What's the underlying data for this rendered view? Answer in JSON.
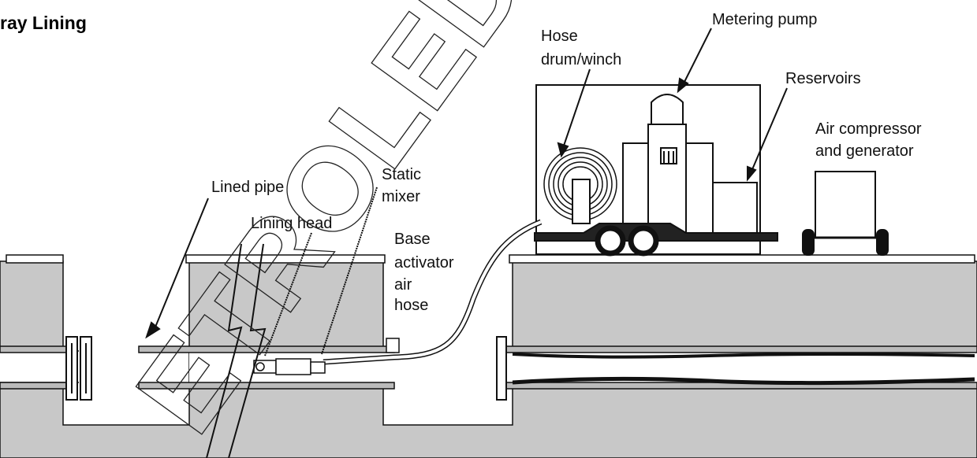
{
  "title": "ray Lining",
  "labels": {
    "metering_pump": "Metering pump",
    "hose_drum_1": "Hose",
    "hose_drum_2": "drum/winch",
    "reservoirs": "Reservoirs",
    "air_compressor_1": "Air compressor",
    "air_compressor_2": "and generator",
    "lined_pipe": "Lined pipe",
    "static_mixer_1": "Static",
    "static_mixer_2": "mixer",
    "lining_head": "Lining head",
    "base_1": "Base",
    "base_2": "activator",
    "base_3": "air",
    "base_4": "hose"
  },
  "watermark": "ETROLEDU",
  "colors": {
    "ground": "#c8c8c8",
    "ink": "#111111",
    "background": "#ffffff"
  }
}
